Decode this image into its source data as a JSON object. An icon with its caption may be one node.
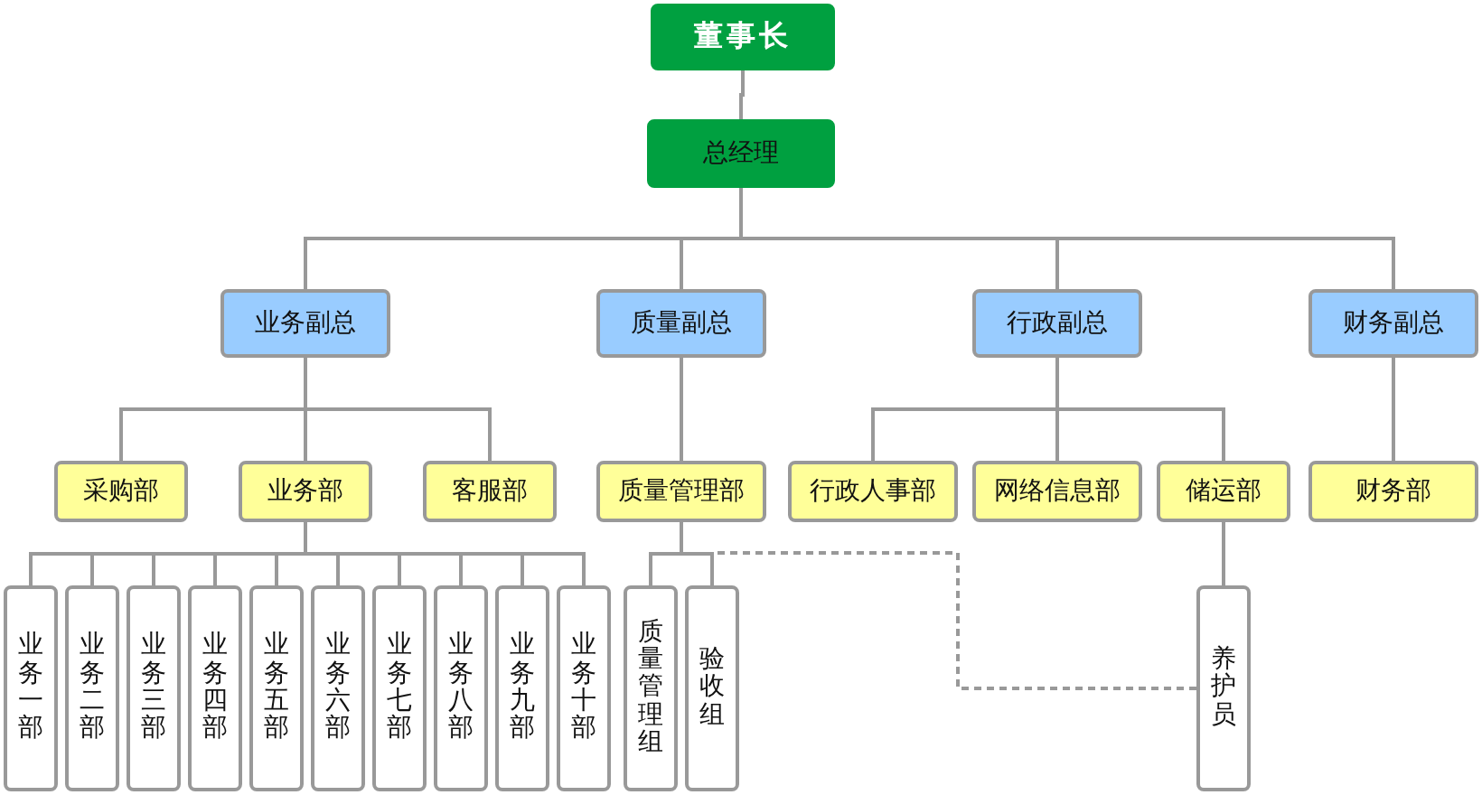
{
  "diagram": {
    "nodes": [
      {
        "text": [
          "董事长"
        ]
      },
      {
        "text": [
          "总经理"
        ]
      },
      {
        "text": [
          "业务副总"
        ]
      },
      {
        "text": [
          "质量副总"
        ]
      },
      {
        "text": [
          "行政副总"
        ]
      },
      {
        "text": [
          "财务副总"
        ]
      },
      {
        "text": [
          "采购部"
        ]
      },
      {
        "text": [
          "业务部"
        ]
      },
      {
        "text": [
          "客服部"
        ]
      },
      {
        "text": [
          "质量管理部"
        ]
      },
      {
        "text": [
          "行政人事部"
        ]
      },
      {
        "text": [
          "网络信息部"
        ]
      },
      {
        "text": [
          "储运部"
        ]
      },
      {
        "text": [
          "财务部"
        ]
      },
      {
        "text": [
          "业务一部"
        ]
      },
      {
        "text": [
          "业务二部"
        ]
      },
      {
        "text": [
          "业务三部"
        ]
      },
      {
        "text": [
          "业务四部"
        ]
      },
      {
        "text": [
          "业务五部"
        ]
      },
      {
        "text": [
          "业务六部"
        ]
      },
      {
        "text": [
          "业务七部"
        ]
      },
      {
        "text": [
          "业务八部"
        ]
      },
      {
        "text": [
          "业务九部"
        ]
      },
      {
        "text": [
          "业务十部"
        ]
      },
      {
        "text": [
          "质量管理组"
        ]
      },
      {
        "text": [
          "验收组"
        ]
      },
      {
        "text": [
          "养护员"
        ]
      }
    ],
    "edges": [
      {
        "from": 0,
        "to": 1,
        "arrow": "none"
      },
      {
        "from": 1,
        "to": 2,
        "arrow": "none"
      },
      {
        "from": 1,
        "to": 3,
        "arrow": "none"
      },
      {
        "from": 1,
        "to": 4,
        "arrow": "none"
      },
      {
        "from": 1,
        "to": 5,
        "arrow": "none"
      },
      {
        "from": 2,
        "to": 6,
        "arrow": "none"
      },
      {
        "from": 2,
        "to": 7,
        "arrow": "none"
      },
      {
        "from": 2,
        "to": 8,
        "arrow": "none"
      },
      {
        "from": 3,
        "to": 9,
        "arrow": "none"
      },
      {
        "from": 4,
        "to": 10,
        "arrow": "none"
      },
      {
        "from": 4,
        "to": 11,
        "arrow": "none"
      },
      {
        "from": 4,
        "to": 12,
        "arrow": "none"
      },
      {
        "from": 5,
        "to": 13,
        "arrow": "none"
      },
      {
        "from": 7,
        "to": 14,
        "arrow": "none"
      },
      {
        "from": 7,
        "to": 15,
        "arrow": "none"
      },
      {
        "from": 7,
        "to": 16,
        "arrow": "none"
      },
      {
        "from": 7,
        "to": 17,
        "arrow": "none"
      },
      {
        "from": 7,
        "to": 18,
        "arrow": "none"
      },
      {
        "from": 7,
        "to": 19,
        "arrow": "none"
      },
      {
        "from": 7,
        "to": 20,
        "arrow": "none"
      },
      {
        "from": 7,
        "to": 21,
        "arrow": "none"
      },
      {
        "from": 7,
        "to": 22,
        "arrow": "none"
      },
      {
        "from": 7,
        "to": 23,
        "arrow": "none"
      },
      {
        "from": 9,
        "to": 24,
        "arrow": "none"
      },
      {
        "from": 9,
        "to": 25,
        "arrow": "none"
      },
      {
        "from": 12,
        "to": 26,
        "arrow": "none"
      },
      {
        "from": 25,
        "to": 26,
        "arrow": "none",
        "style": "dashed"
      }
    ]
  }
}
